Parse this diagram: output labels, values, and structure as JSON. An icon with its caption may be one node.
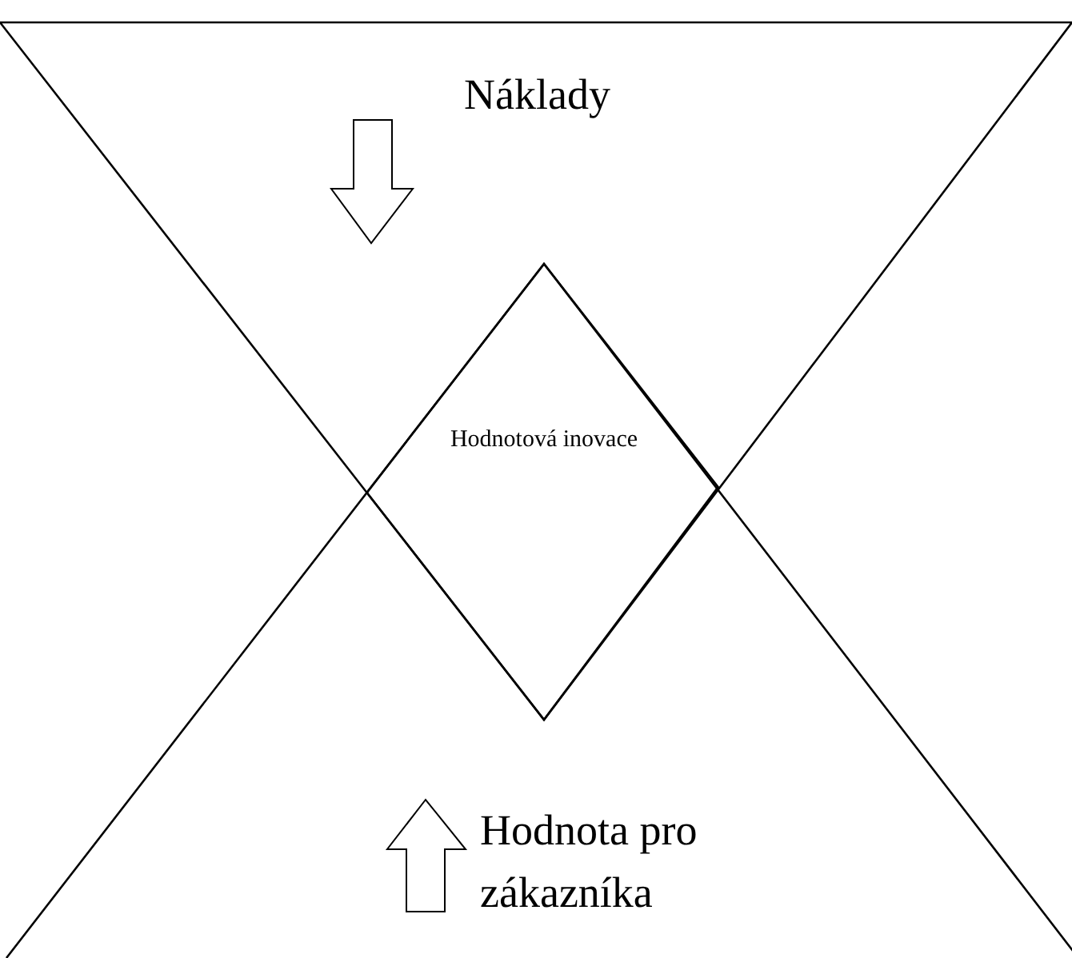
{
  "diagram": {
    "nodes": [
      {
        "text": [
          "Náklady"
        ]
      },
      {
        "text": [
          "Hodnotová inovace"
        ]
      },
      {
        "text": [
          "Hodnota pro zákazníka"
        ]
      }
    ]
  }
}
